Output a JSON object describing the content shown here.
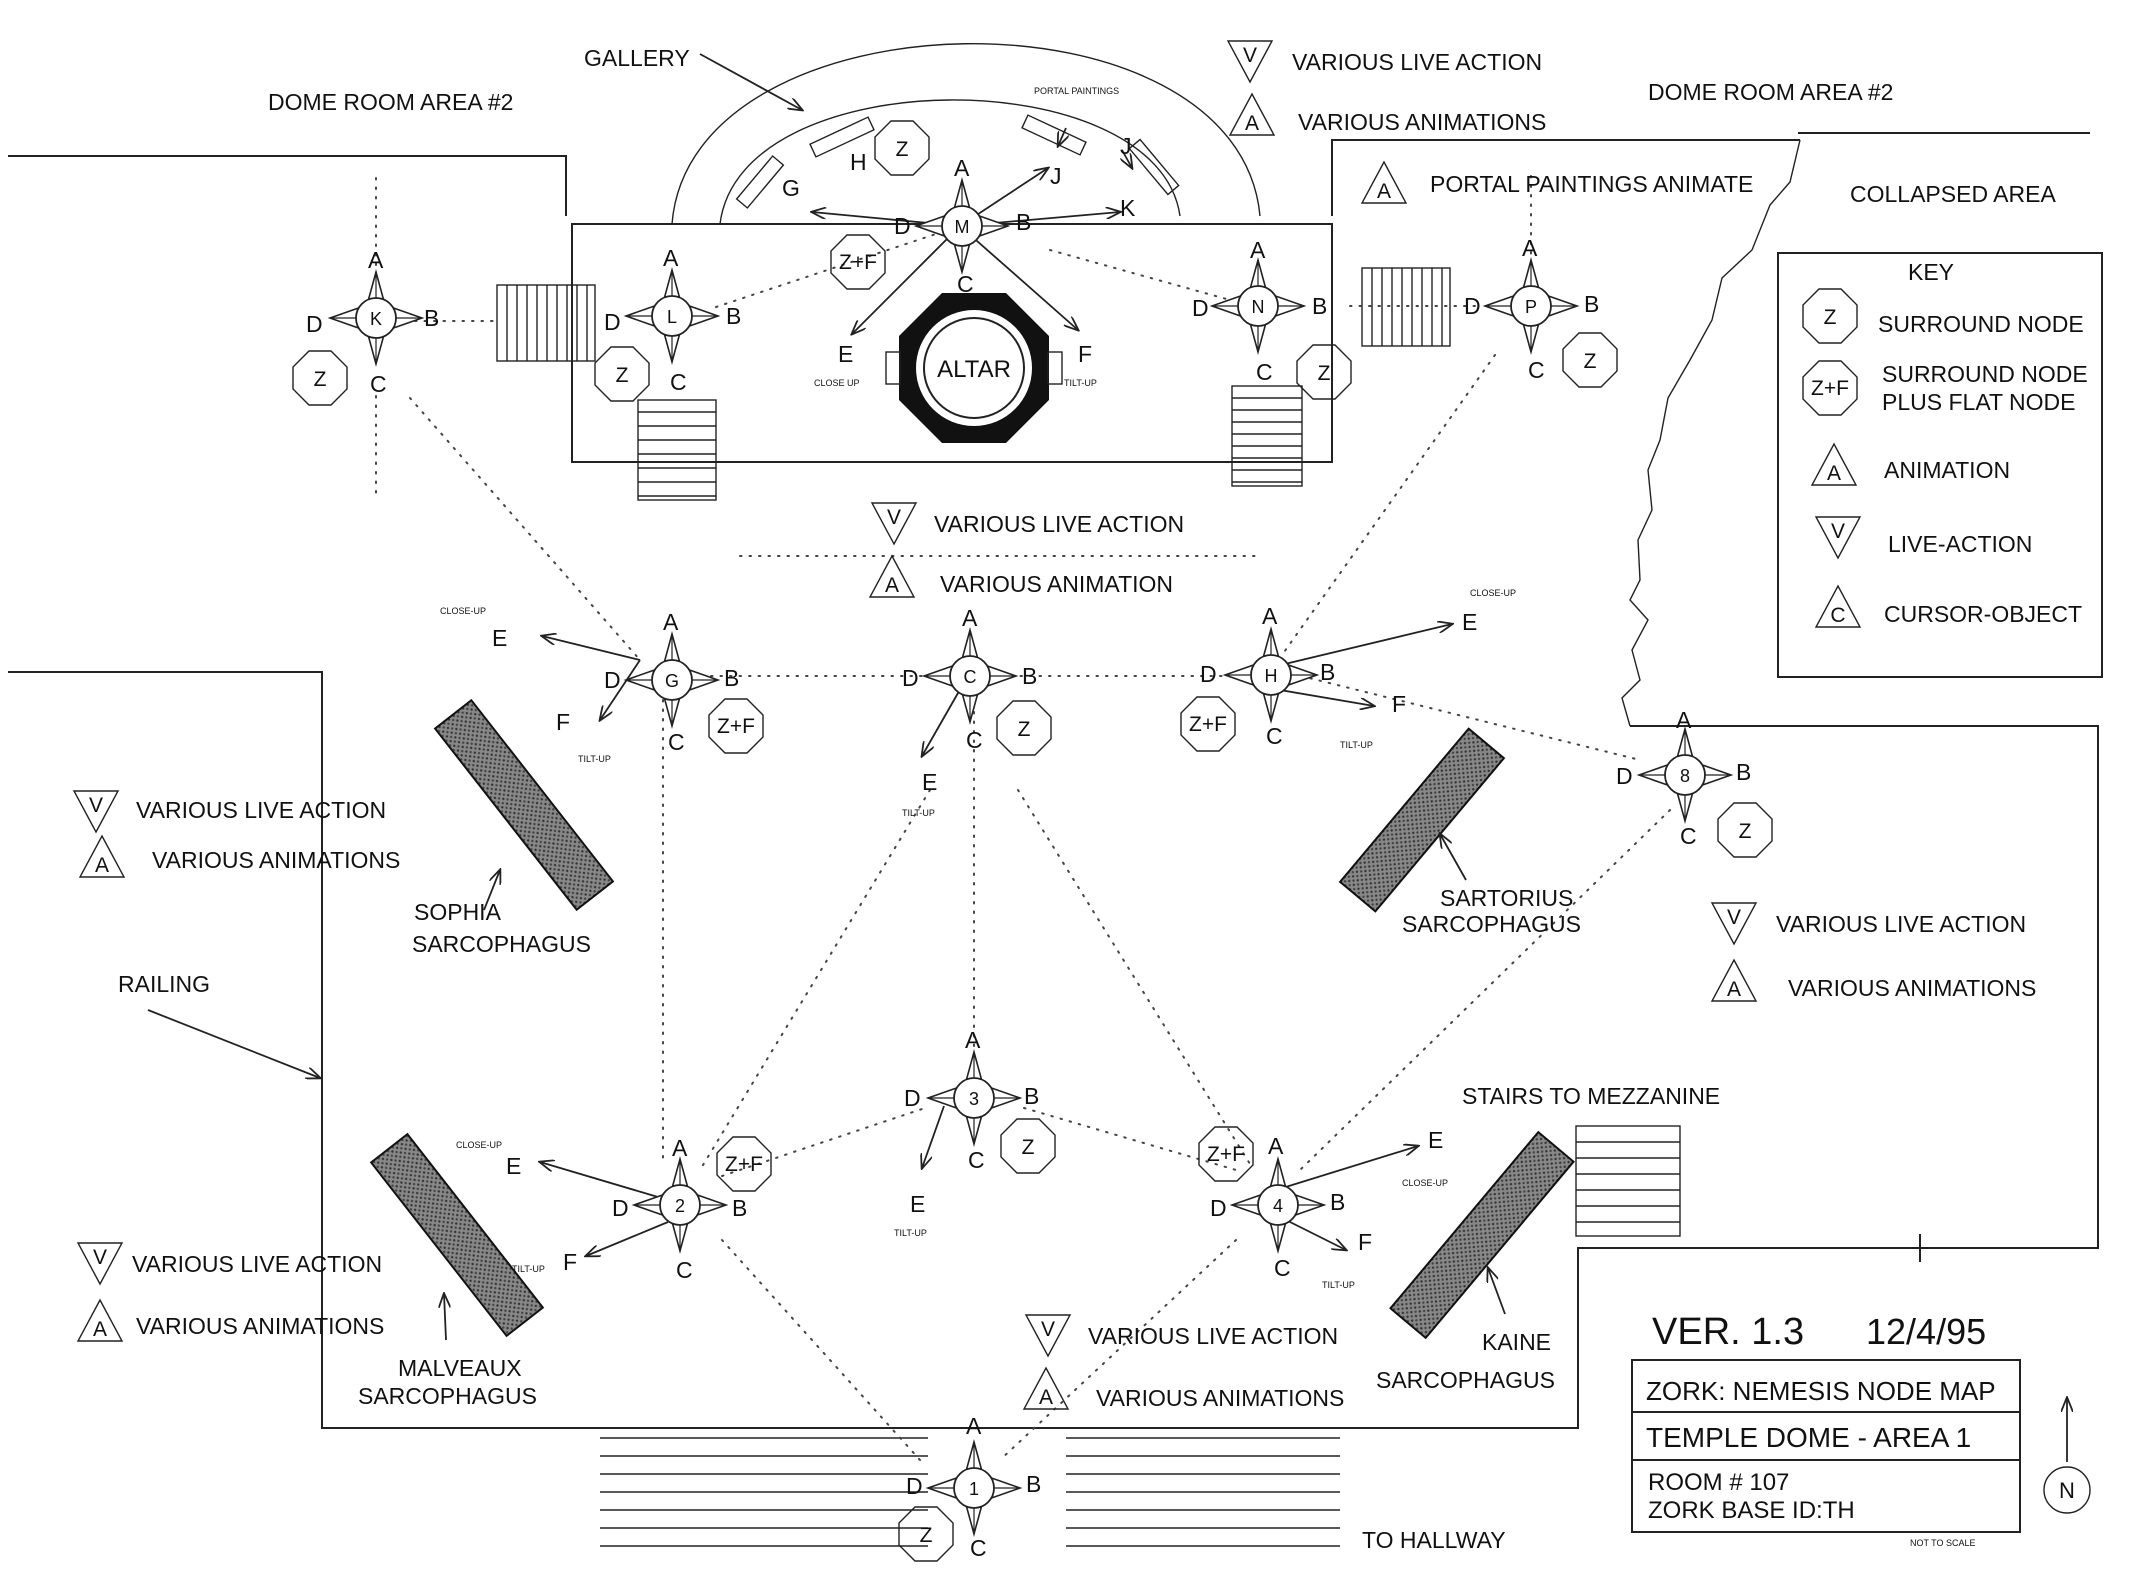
{
  "labels": {
    "gallery": "GALLERY",
    "dome_room_left": "DOME ROOM AREA #2",
    "dome_room_right": "DOME ROOM AREA #2",
    "portal_paintings": "PORTAL PAINTINGS",
    "collapsed_area": "COLLAPSED AREA",
    "portal_animate": "PORTAL PAINTINGS ANIMATE",
    "altar": "ALTAR",
    "railing": "RAILING",
    "sophia": [
      "SOPHIA",
      "SARCOPHAGUS"
    ],
    "sartorius": [
      "SARTORIUS",
      "SARCOPHAGUS"
    ],
    "malveaux": [
      "MALVEAUX",
      "SARCOPHAGUS"
    ],
    "kaine": [
      "KAINE",
      "SARCOPHAGUS"
    ],
    "stairs": "STAIRS TO MEZZANINE",
    "hallway": "TO HALLWAY",
    "not_to_scale": "NOT TO SCALE",
    "north": "N"
  },
  "notes": {
    "top_v": "VARIOUS LIVE ACTION",
    "top_a": "VARIOUS ANIMATIONS",
    "center_v": "VARIOUS LIVE ACTION",
    "center_a": "VARIOUS ANIMATION",
    "left_v": "VARIOUS LIVE ACTION",
    "left_a": "VARIOUS ANIMATIONS",
    "right_v": "VARIOUS LIVE ACTION",
    "right_a": "VARIOUS ANIMATIONS",
    "lower_left_v": "VARIOUS LIVE ACTION",
    "lower_left_a": "VARIOUS ANIMATIONS",
    "bottom_v": "VARIOUS LIVE ACTION",
    "bottom_a": "VARIOUS ANIMATIONS"
  },
  "key": {
    "title": "KEY",
    "items": [
      {
        "symbol": "Z",
        "label": [
          "SURROUND NODE"
        ]
      },
      {
        "symbol": "Z+F",
        "label": [
          "SURROUND NODE",
          "PLUS FLAT NODE"
        ]
      },
      {
        "symbol": "A",
        "label": [
          "ANIMATION"
        ]
      },
      {
        "symbol": "V",
        "label": [
          "LIVE-ACTION"
        ]
      },
      {
        "symbol": "C",
        "label": [
          "CURSOR-OBJECT"
        ]
      }
    ]
  },
  "title_block": {
    "version": "VER. 1.3",
    "date": "12/4/95",
    "line1": "ZORK: NEMESIS NODE MAP",
    "line2": "TEMPLE DOME - AREA 1",
    "line3": "ROOM # 107",
    "line4": "ZORK BASE ID:TH"
  },
  "symbols": {
    "surround": "Z",
    "surround_flat": "Z+F",
    "animation": "A",
    "live_action": "V"
  },
  "directions": {
    "a": "A",
    "b": "B",
    "c": "C",
    "d": "D",
    "e": "E",
    "f": "F",
    "j": "J",
    "k": "K"
  },
  "view_notes": {
    "close_up": "CLOSE-UP",
    "close_up_alt": "CLOSE UP",
    "tilt_up": "TILT-UP",
    "tilt_up_short": "TILT-UP"
  },
  "nodes": [
    "K",
    "L",
    "M",
    "N",
    "P",
    "G",
    "C",
    "H",
    "8",
    "2",
    "3",
    "4",
    "1"
  ],
  "gallery_paintings": [
    "G",
    "H",
    "J"
  ]
}
